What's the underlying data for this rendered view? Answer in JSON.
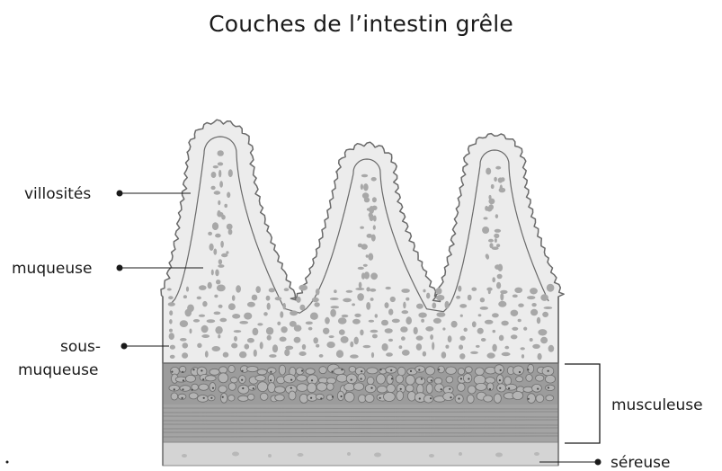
{
  "title": "Couches de l’intestin grêle",
  "labels": {
    "villosites": "villosités",
    "muqueuse": "muqueuse",
    "sous_muqueuse_1": "sous-",
    "sous_muqueuse_2": "muqueuse",
    "musculeuse": "musculeuse",
    "sereuse": "séreuse"
  },
  "colors": {
    "mucosa_fill": "#ececec",
    "cell_fill": "#a8a8a8",
    "muscle_fill": "#9a9a9a",
    "muscle_band": "#8c8c8c",
    "serosa_fill": "#d4d4d4",
    "outline": "#6a6a6a",
    "text": "#1a1a1a"
  }
}
